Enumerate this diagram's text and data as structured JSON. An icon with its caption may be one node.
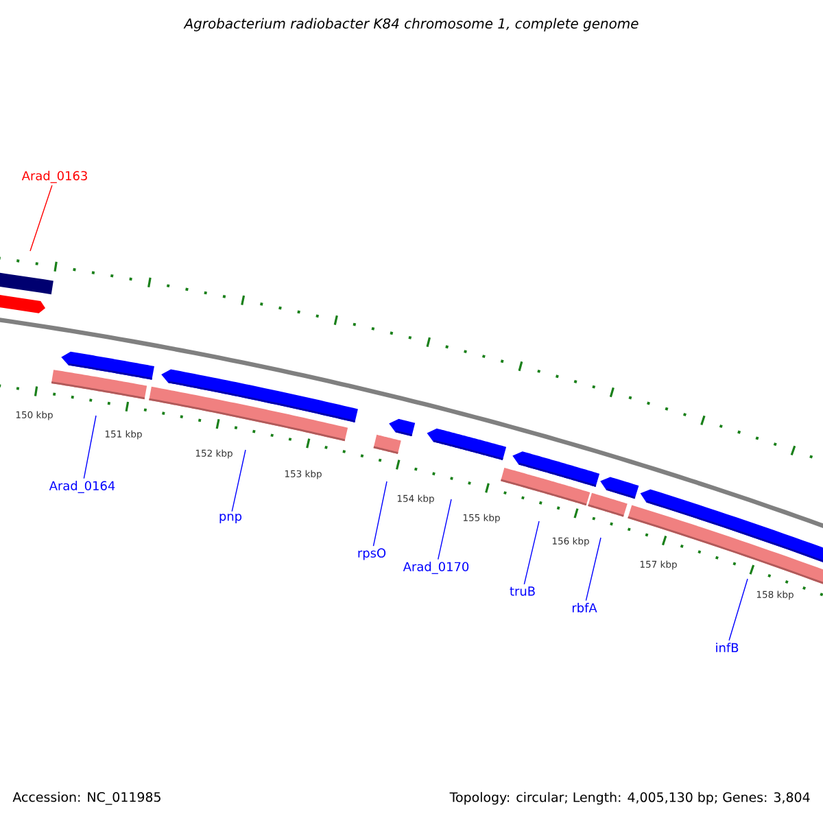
{
  "diagram": {
    "title": "Agrobacterium radiobacter K84 chromosome 1, complete genome",
    "nodes": [
      {
        "text": [
          "Arad_0163"
        ]
      },
      {
        "text": [
          "Arad_0164"
        ]
      },
      {
        "text": [
          "pnp"
        ]
      },
      {
        "text": [
          "rpsO"
        ]
      },
      {
        "text": [
          "Arad_0170"
        ]
      },
      {
        "text": [
          "truB"
        ]
      },
      {
        "text": [
          "rbfA"
        ]
      },
      {
        "text": [
          "infB"
        ]
      }
    ],
    "edges": [
      {
        "from": 0,
        "to": null,
        "arrow": "none",
        "color": "#ff0000"
      },
      {
        "from": 1,
        "to": null,
        "arrow": "none"
      },
      {
        "from": 2,
        "to": null,
        "arrow": "none"
      },
      {
        "from": 3,
        "to": null,
        "arrow": "none"
      },
      {
        "from": 4,
        "to": null,
        "arrow": "none"
      },
      {
        "from": 5,
        "to": null,
        "arrow": "none"
      },
      {
        "from": 6,
        "to": null,
        "arrow": "none"
      },
      {
        "from": 7,
        "to": null,
        "arrow": "none"
      }
    ],
    "labels": [
      "150 kbp",
      "151 kbp",
      "152 kbp",
      "153 kbp",
      "154 kbp",
      "155 kbp",
      "156 kbp",
      "157 kbp",
      "158 kbp",
      "Accession: NC_011985",
      "Topology: circular; Length: 4,005,130 bp; Genes: 3,804"
    ]
  }
}
